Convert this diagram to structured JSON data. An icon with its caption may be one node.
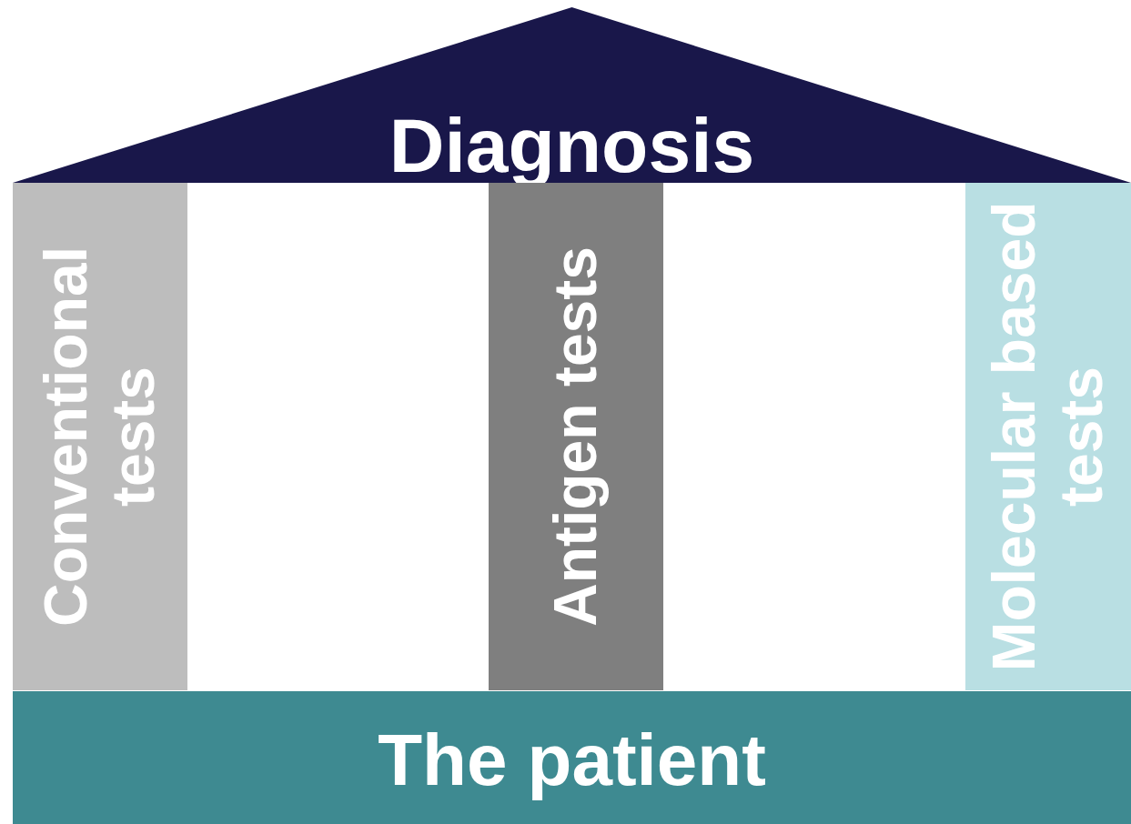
{
  "diagram": {
    "nodes": [
      {
        "text": [
          "Diagnosis"
        ]
      },
      {
        "text": [
          "Conventional tests"
        ]
      },
      {
        "text": [
          "Antigen tests"
        ]
      },
      {
        "text": [
          "Molecular based tests"
        ]
      },
      {
        "text": [
          "The patient"
        ]
      }
    ]
  }
}
